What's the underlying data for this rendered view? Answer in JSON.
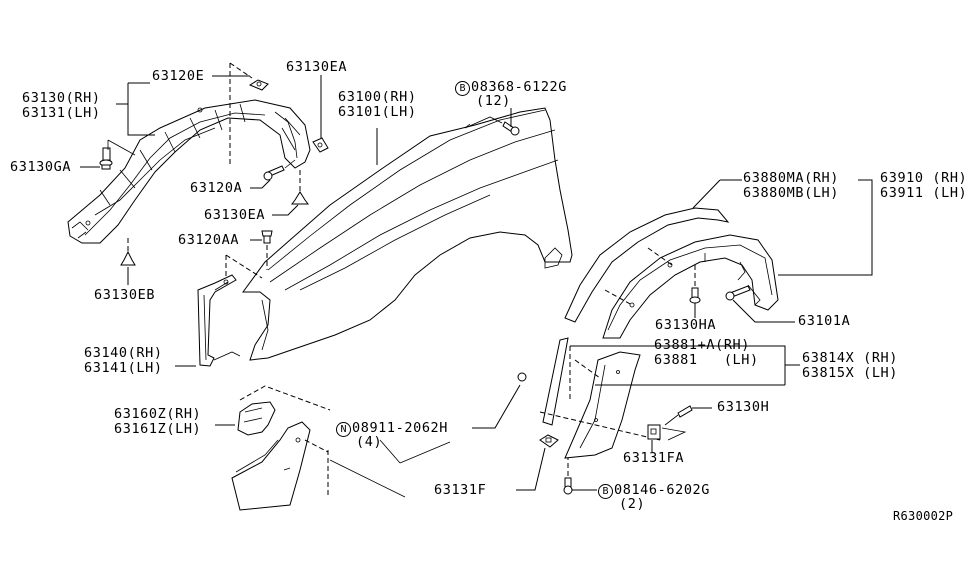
{
  "diagram": {
    "title": "Front Fender & Fitting parts diagram",
    "reference_code": "R630002P",
    "labels": {
      "p63120E": "63120E",
      "p63130EA_top": "63130EA",
      "p63130_rh": "63130(RH)",
      "p63131_lh": "63131(LH)",
      "p63130GA": "63130GA",
      "p63120A": "63120A",
      "p63130EA_bottom": "63130EA",
      "p63120AA": "63120AA",
      "p63130EB": "63130EB",
      "p63100_rh": "63100(RH)",
      "p63101_lh": "63101(LH)",
      "bolt_08368_code": "08368-6122G",
      "bolt_08368_qty": "(12)",
      "bolt_08368_symbol": "B",
      "p63140_rh": "63140(RH)",
      "p63141_lh": "63141(LH)",
      "p63160Z_rh": "63160Z(RH)",
      "p63161Z_lh": "63161Z(LH)",
      "nut_08911_symbol": "N",
      "nut_08911_code": "08911-2062H",
      "nut_08911_qty": "(4)",
      "p63131F": "63131F",
      "p63880MA_rh": "63880MA(RH)",
      "p63880MB_lh": "63880MB(LH)",
      "p63910_rh": "63910 (RH)",
      "p63911_lh": "63911 (LH)",
      "p63130HA": "63130HA",
      "p63101A": "63101A",
      "p63881A_rh": "63881+A(RH)",
      "p63881_lh": "63881   (LH)",
      "p63814X_rh": "63814X (RH)",
      "p63815X_lh": "63815X (LH)",
      "p63130H": "63130H",
      "p63131FA": "63131FA",
      "bolt_08146_symbol": "B",
      "bolt_08146_code": "08146-6202G",
      "bolt_08146_qty": "(2)"
    }
  }
}
